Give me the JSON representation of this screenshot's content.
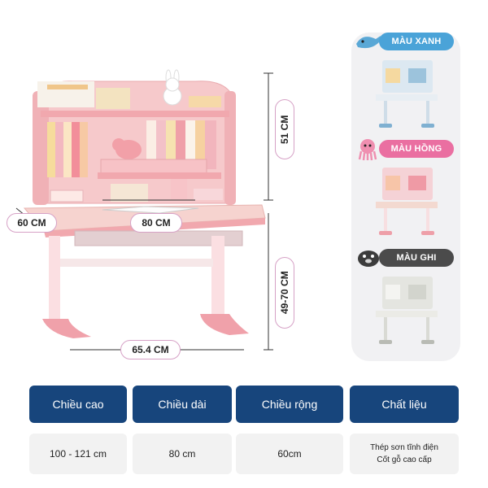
{
  "dimensions": {
    "shelf_height": "51 CM",
    "depth": "60 CM",
    "width_top": "80 CM",
    "height_range": "49-70 CM",
    "base_width": "65.4 CM"
  },
  "colors": {
    "variants": [
      {
        "label": "MÀU XANH",
        "label_bg": "#4aa3d8",
        "mascot": "shark-icon",
        "desk_tint": "#d9e6ef"
      },
      {
        "label": "MÀU HỒNG",
        "label_bg": "#ea6fa1",
        "mascot": "octopus-icon",
        "desk_tint": "#f3d1d4"
      },
      {
        "label": "MÀU GHI",
        "label_bg": "#4b4b4b",
        "mascot": "seal-icon",
        "desk_tint": "#e2e3de"
      }
    ]
  },
  "specs": {
    "headers": [
      "Chiều cao",
      "Chiều dài",
      "Chiều rộng",
      "Chất liệu"
    ],
    "values": [
      "100 - 121 cm",
      "80 cm",
      "60cm"
    ],
    "material_lines": [
      "Thép sơn tĩnh điện",
      "Cốt gỗ cao cấp"
    ]
  },
  "theme": {
    "header_bg": "#17457c",
    "desk_pink": "#f2b8bd",
    "panel_bg": "#f1f1f3"
  }
}
